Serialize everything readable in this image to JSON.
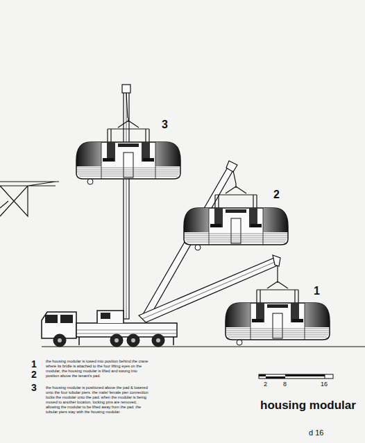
{
  "diagram": {
    "title": "housing modular",
    "labels": [
      "3",
      "2",
      "1",
      "1",
      "2",
      "3",
      "the housing modular is towed into position behind the crane where its bridle is attached to the four lifting eyes on the modular, the housing modular is lifted and swung into position above the tenant's pad.",
      "the housing modular is positioned above the pad & lowered onto the four tubular piers. the male/ female pier connection locks the modular onto the pad. when the modular is being moved to another location, locking pins are removed, allowing the modular to be lifted away from the pad. the tubular piers stay with the housing modular.",
      "2",
      "8",
      "16",
      "d 16"
    ]
  }
}
